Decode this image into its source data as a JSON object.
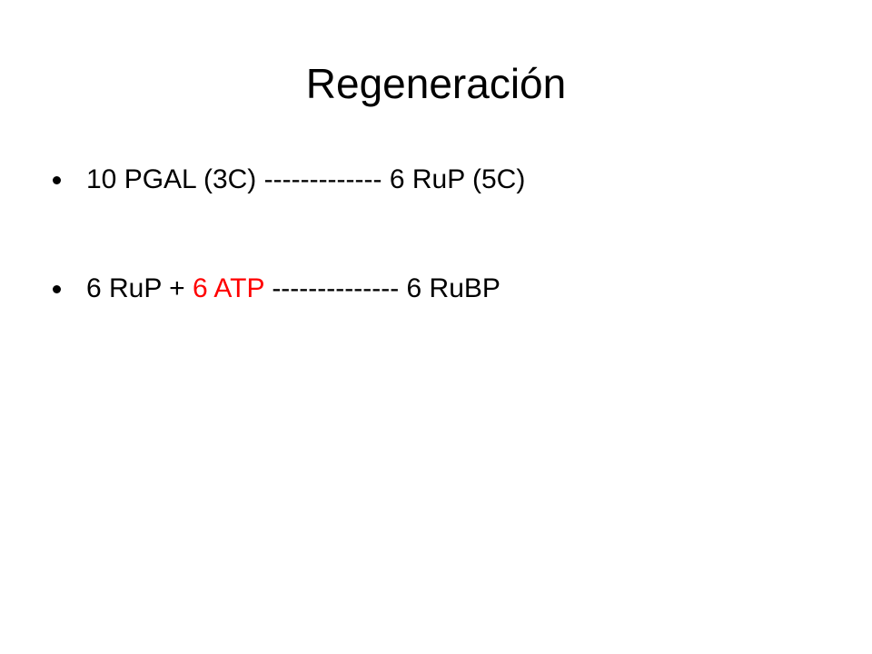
{
  "slide": {
    "title": "Regeneración",
    "bullets": [
      {
        "parts": [
          "10 PGAL (3C)  -------------  6 RuP (5C)"
        ]
      },
      {
        "parts": [
          "6 RuP + ",
          "6 ATP",
          " -------------- 6 RuBP"
        ],
        "highlight_color": "#ff0000"
      }
    ]
  }
}
